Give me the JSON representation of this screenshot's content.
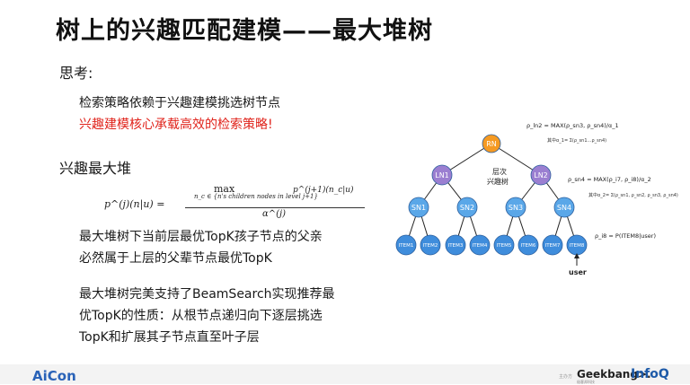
{
  "slide": {
    "title": "树上的兴趣匹配建模——最大堆树",
    "think_label": "思考:",
    "p1": "检索策略依赖于兴趣建模挑选树节点",
    "p2": "兴趣建模核心承载高效的检索策略!",
    "heap_heading": "兴趣最大堆",
    "formula": {
      "lhs": "p^(j)(n|u) =",
      "max_op": "max",
      "max_sub": "n_c ∈ {n's children nodes in level j+1}",
      "numerator": "p^(j+1)(n_c|u)",
      "denominator": "α^(j)"
    },
    "p3_line1": "最大堆树下当前层最优TopK孩子节点的父亲",
    "p3_line2": "必然属于上层的父辈节点最优TopK",
    "p4_line1": "最大堆树完美支持了BeamSearch实现推荐最",
    "p4_line2": "优TopK的性质：从根节点递归向下逐层挑选",
    "p4_line3": "TopK和扩展其子节点直至叶子层"
  },
  "tree": {
    "root": "RN",
    "level1": [
      "LN1",
      "LN2"
    ],
    "level2": [
      "SN1",
      "SN2",
      "SN3",
      "SN4"
    ],
    "leaves": [
      "ITEM1",
      "ITEM2",
      "ITEM3",
      "ITEM4",
      "ITEM5",
      "ITEM6",
      "ITEM7",
      "ITEM8"
    ],
    "center_label_line1": "层次",
    "center_label_line2": "兴趣树",
    "annot_root": "ρ_ln2 = MAX(ρ_sn3, ρ_sn4)/α_1",
    "annot_root_sub": "其中α_1= Σ(ρ_sn1…ρ_sn4)",
    "annot_ln2": "ρ_sn4 = MAX(ρ_i7, ρ_i8)/α_2",
    "annot_ln2_sub": "其中α_2= Σ(ρ_sn1, ρ_sn2, ρ_sn3, ρ_sn4)",
    "annot_leaf": "ρ_i8 = P(ITEM8|user)",
    "user_label": "user",
    "colors": {
      "root": "#f59a23",
      "level1": "#9b7fd1",
      "level2": "#5aa7e8",
      "leaf": "#3f8ddc"
    }
  },
  "footer": {
    "aicon": "AiCon",
    "tiny": "主办方",
    "geek": "Geekbang>.",
    "geek_sub": "极客邦科技",
    "infoq": "InfoQ"
  }
}
